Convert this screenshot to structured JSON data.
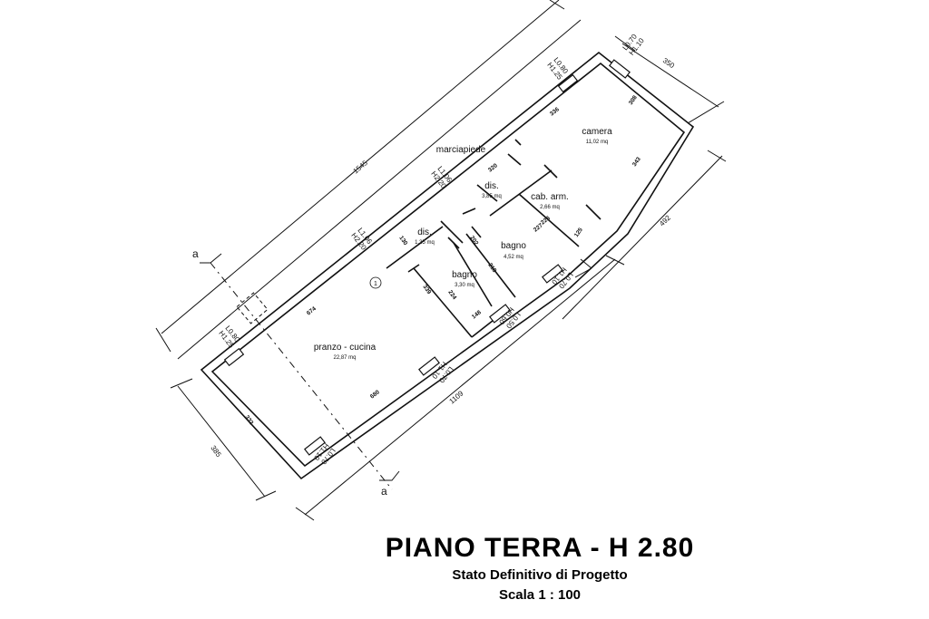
{
  "title": {
    "main": "PIANO TERRA - H 2.80",
    "subtitle": "Stato Definitivo di Progetto",
    "scale": "Scala  1 : 100"
  },
  "rooms": {
    "camera": {
      "name": "camera",
      "area": "11,02 mq"
    },
    "dis_upper": {
      "name": "dis.",
      "area": "3,85 mq"
    },
    "cab_arm": {
      "name": "cab. arm.",
      "area": "2,66 mq"
    },
    "dis_lower": {
      "name": "dis.",
      "area": "1,35 mq"
    },
    "bagno_right": {
      "name": "bagno",
      "area": "4,52 mq"
    },
    "bagno_left": {
      "name": "bagno",
      "area": "3,30 mq"
    },
    "pranzo": {
      "name": "pranzo - cucina",
      "area": "22,87 mq"
    }
  },
  "labels": {
    "sidewalk": "marciapiede",
    "section_top": "a",
    "section_bottom": "a",
    "reference_marker": "1"
  },
  "dimensions": {
    "top_overall": "1545",
    "bottom_overall": "1109",
    "right_short": "350",
    "right_long": "492",
    "left_side": "385",
    "d_674": "674",
    "d_680": "680",
    "d_332": "332",
    "d_339": "339",
    "d_224": "224",
    "d_148": "148",
    "d_218": "218",
    "d_202": "202",
    "d_227": "227",
    "d_228": "228",
    "d_125": "125",
    "d_343": "343",
    "d_336": "336",
    "d_308": "308",
    "d_320": "320",
    "d_130": "130"
  },
  "openings": {
    "w_top_right": {
      "l": "L0.70",
      "h": "H1.10"
    },
    "w_camera": {
      "l": "L0.80",
      "h": "H1.25"
    },
    "w_dis": {
      "l": "L1.06",
      "h": "H2.20"
    },
    "w_entry": {
      "l": "L1.06",
      "h": "H2.20"
    },
    "w_pranzo_left": {
      "l": "L0.80",
      "h": "H1.25"
    },
    "w_bagno_right": {
      "l": "L0.70",
      "h": "H1.10"
    },
    "w_bagno_left": {
      "l": "L0.50",
      "h": "H0.60"
    },
    "w_pranzo_bottom": {
      "l": "L0.70",
      "h": "H1.10"
    },
    "w_pranzo_corner": {
      "l": "L0.70",
      "h": "H1.10"
    }
  }
}
